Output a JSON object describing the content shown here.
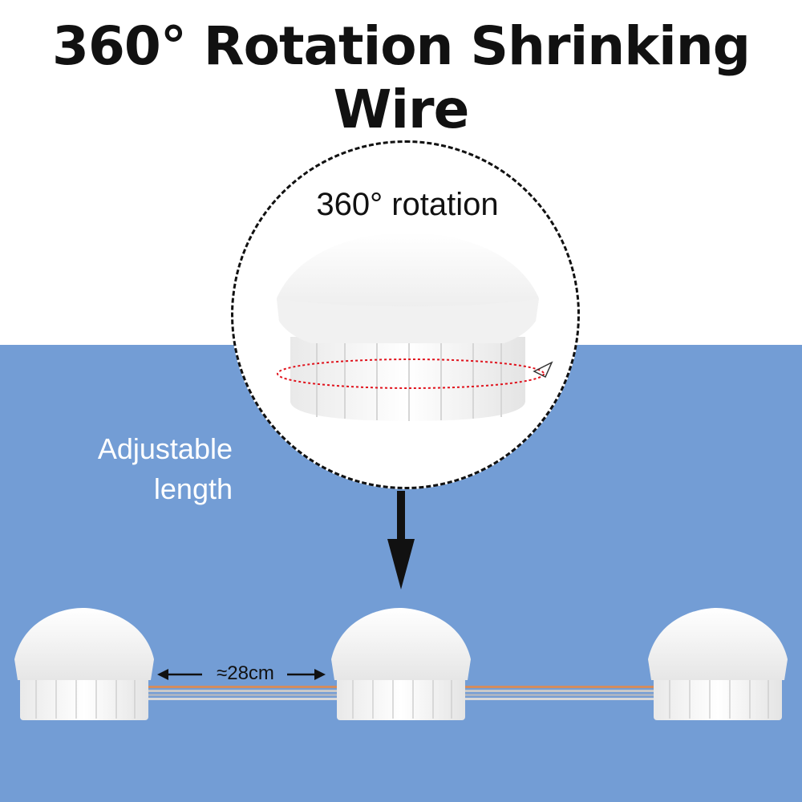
{
  "title": "360° Rotation Shrinking Wire",
  "zoom_label": "360° rotation",
  "side_label": {
    "line1": "Adjustable",
    "line2": "length"
  },
  "dimension_label": "≈28cm",
  "colors": {
    "background_blue": "#739dd5",
    "rotation_ring": "#e0121c",
    "lamp": "#f4f4f4"
  }
}
